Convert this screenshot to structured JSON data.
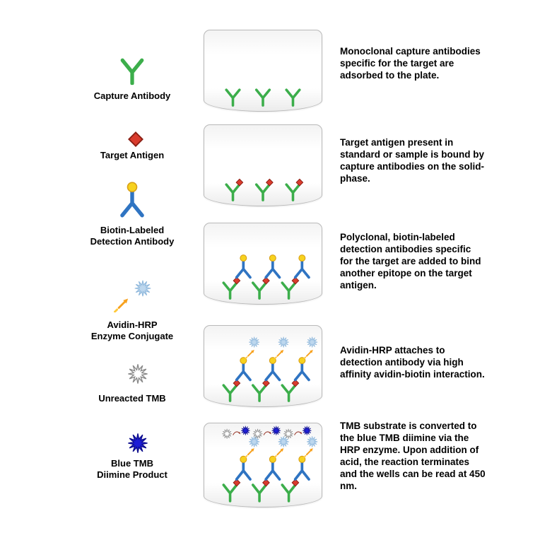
{
  "legend": {
    "items": [
      {
        "label": "Capture Antibody",
        "icon": "capture-antibody-icon"
      },
      {
        "label": "Target Antigen",
        "icon": "target-antigen-icon"
      },
      {
        "label": "Biotin-Labeled\nDetection Antibody",
        "icon": "detection-antibody-icon"
      },
      {
        "label": "Avidin-HRP\nEnzyme Conjugate",
        "icon": "avidin-hrp-icon"
      },
      {
        "label": "Unreacted TMB",
        "icon": "unreacted-tmb-icon"
      },
      {
        "label": "Blue TMB\nDiimine Product",
        "icon": "blue-tmb-icon"
      }
    ]
  },
  "steps": [
    {
      "description": "Monoclonal capture antibodies specific for the target are adsorbed to the plate."
    },
    {
      "description": "Target antigen present in standard or sample is bound by capture antibodies on the solid-phase."
    },
    {
      "description": "Polyclonal, biotin-labeled detection antibodies specific for the target are added to bind another epitope on the target antigen."
    },
    {
      "description": "Avidin-HRP attaches to detection antibody via high affinity avidin-biotin interaction."
    },
    {
      "description": "TMB substrate is converted to the blue TMB diimine via the HRP enzyme. Upon addition of acid, the reaction terminates and the wells can be read at 450 nm."
    }
  ],
  "colors": {
    "capture_antibody": "#3CAE4B",
    "target_antigen": "#D93B2D",
    "detection_antibody": "#2F74C2",
    "biotin": "#F7D21E",
    "avidin_arrow": "#F7A11E",
    "avidin_burst": "#BDD7EE",
    "unreacted_tmb": "#FFFFFF",
    "blue_tmb_diimine": "#1D1DD6"
  }
}
